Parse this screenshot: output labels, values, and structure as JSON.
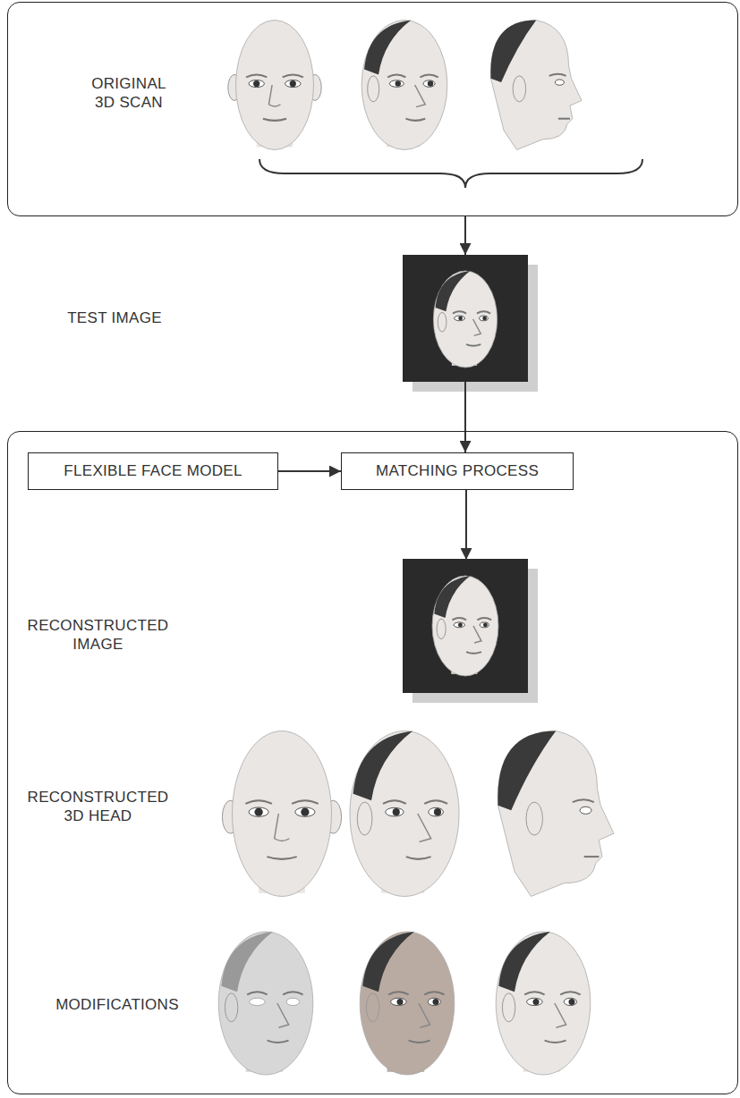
{
  "diagram": {
    "nodes": [
      {
        "text": [
          "ORIGINAL 3D SCAN"
        ]
      },
      {
        "text": [
          "TEST IMAGE"
        ]
      },
      {
        "text": [
          "RECONSTRUCTED 3D HEAD",
          "MODIFICATIONS"
        ]
      },
      {
        "text": [
          "FLEXIBLE FACE MODEL"
        ],
        "in": 2
      },
      {
        "text": [
          "MATCHING PROCESS"
        ],
        "in": 2
      },
      {
        "text": [
          "RECONSTRUCTED IMAGE"
        ],
        "in": 2
      }
    ],
    "edges": [
      {
        "from": 0,
        "to": 1,
        "arrow": "to"
      },
      {
        "from": 1,
        "to": 4,
        "arrow": "to"
      },
      {
        "from": 3,
        "to": 4,
        "arrow": "to"
      },
      {
        "from": 4,
        "to": 5,
        "arrow": "to"
      }
    ]
  }
}
